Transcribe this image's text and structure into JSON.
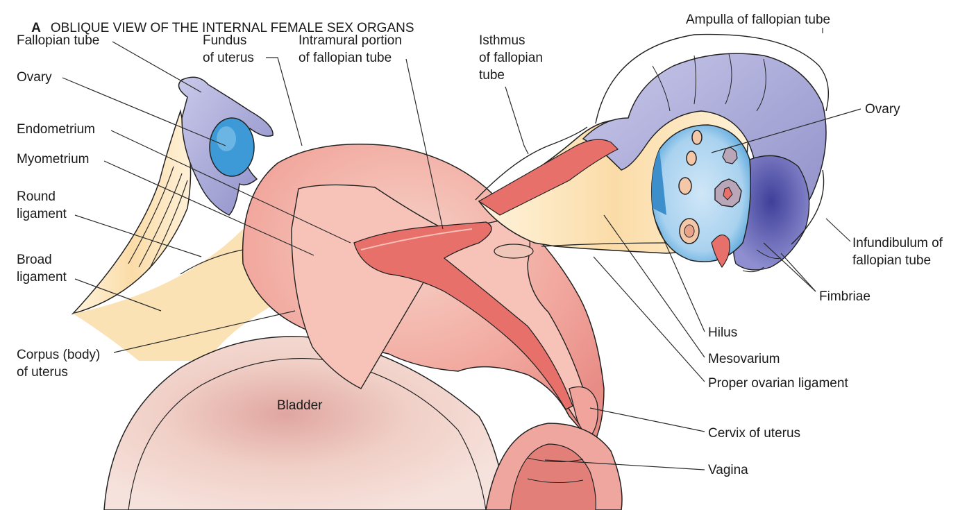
{
  "figure": {
    "letter": "A",
    "title": "OBLIQUE VIEW OF THE INTERNAL FEMALE SEX ORGANS"
  },
  "labels": {
    "fallopian_tube": "Fallopian tube",
    "fundus": "Fundus\nof uterus",
    "intramural": "Intramural portion\nof fallopian tube",
    "isthmus": "Isthmus\nof fallopian\ntube",
    "ampulla": "Ampulla of fallopian tube",
    "ovary_left": "Ovary",
    "ovary_right": "Ovary",
    "endometrium": "Endometrium",
    "myometrium": "Myometrium",
    "round_ligament": "Round\nligament",
    "broad_ligament": "Broad\nligament",
    "corpus": "Corpus (body)\nof uterus",
    "bladder": "Bladder",
    "infundibulum": "Infundibulum of\nfallopian tube",
    "fimbriae": "Fimbriae",
    "hilus": "Hilus",
    "mesovarium": "Mesovarium",
    "proper_ovarian_ligament": "Proper ovarian ligament",
    "cervix": "Cervix of uterus",
    "vagina": "Vagina"
  },
  "colors": {
    "uterus": "#f2a8a0",
    "endometrium": "#e8706a",
    "ligament": "#fbe3b5",
    "tube": "#a9a9d6",
    "ovary": "#4a9fd8",
    "bladder": "#ecc6bd"
  }
}
